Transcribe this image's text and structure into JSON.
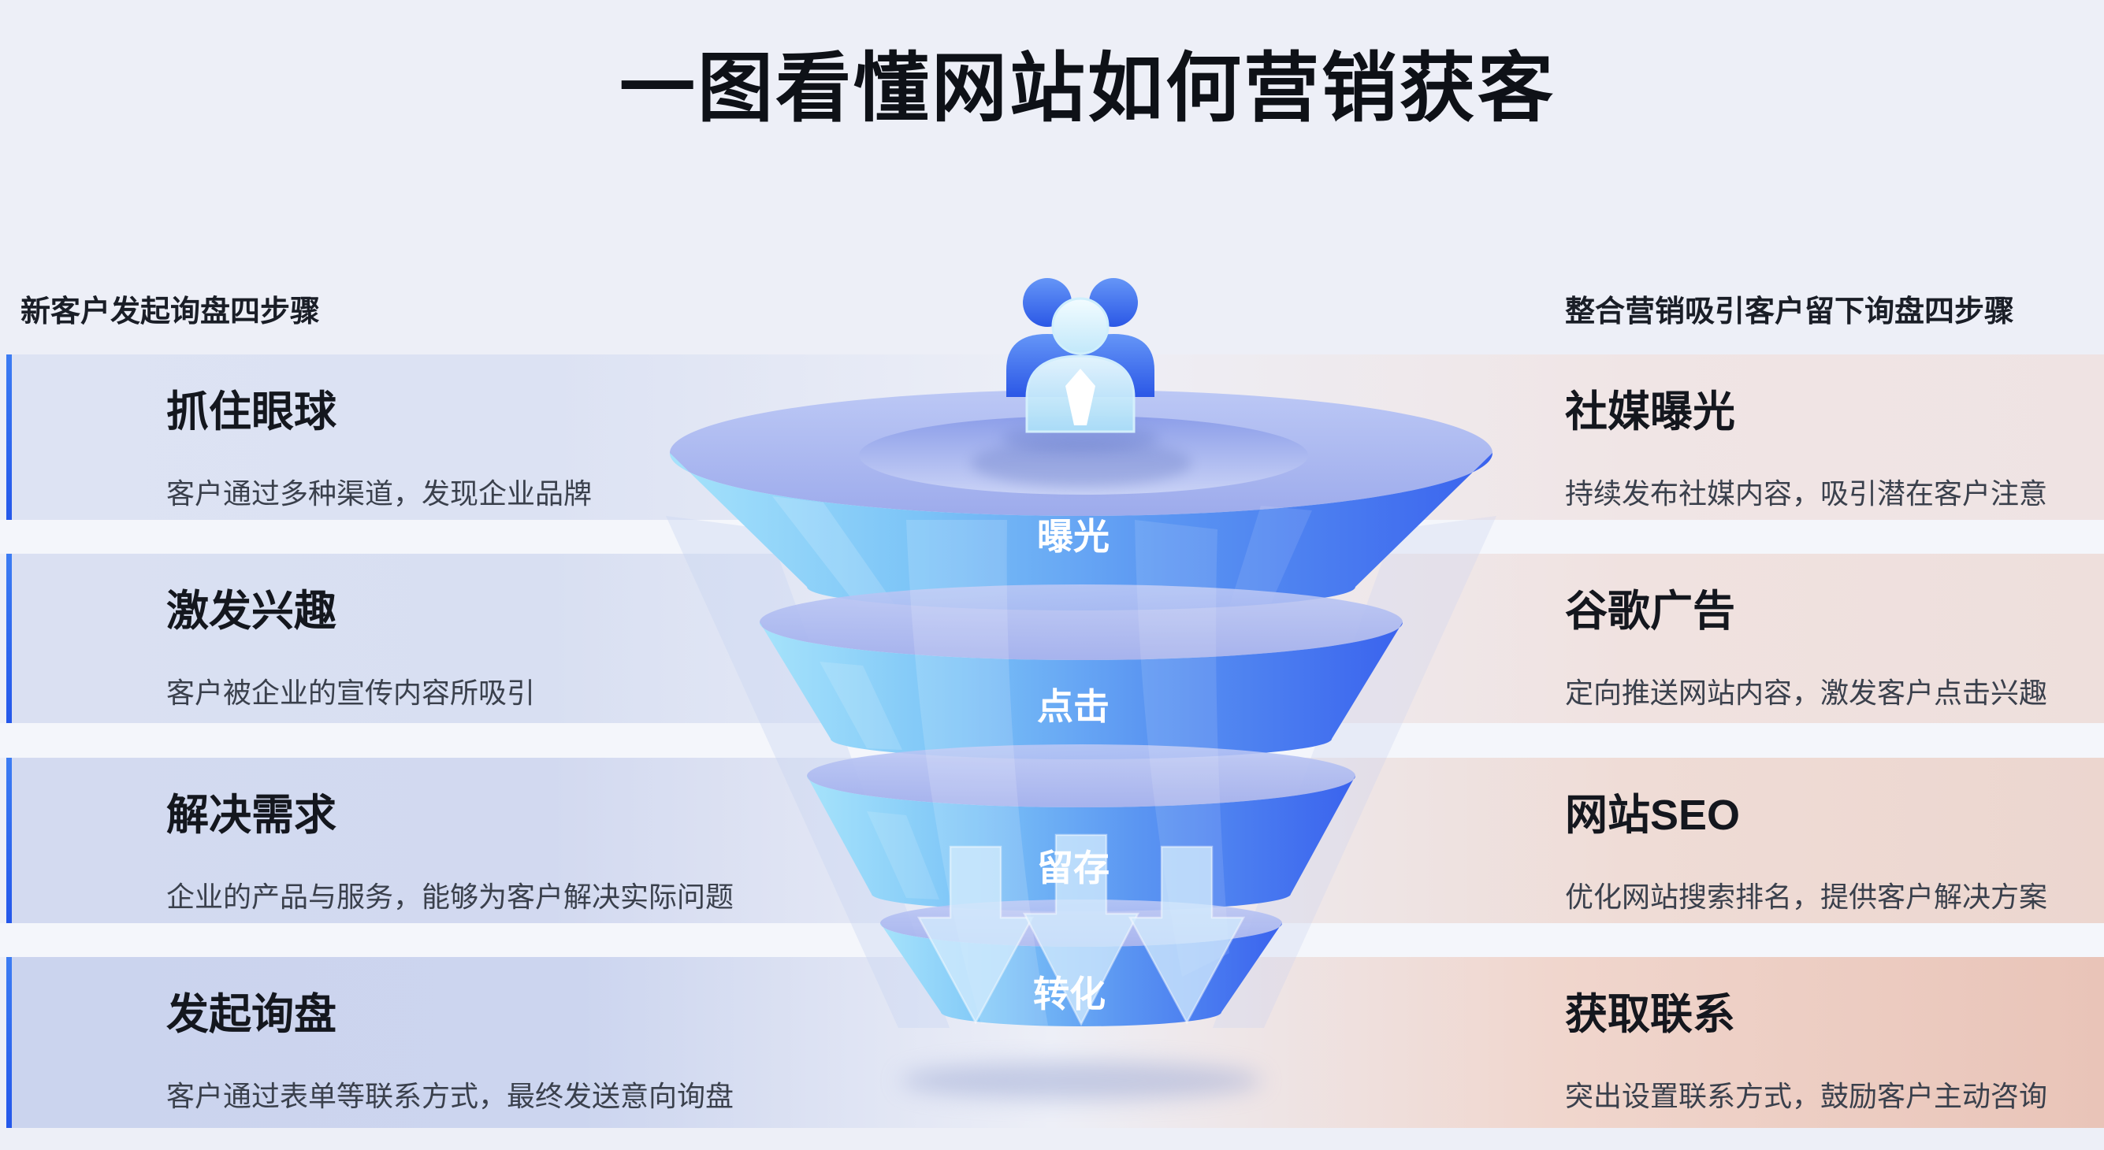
{
  "page": {
    "title": "一图看懂网站如何营销获客"
  },
  "left_panel": {
    "header": "新客户发起询盘四步骤",
    "steps": [
      {
        "title": "抓住眼球",
        "desc": "客户通过多种渠道，发现企业品牌"
      },
      {
        "title": "激发兴趣",
        "desc": "客户被企业的宣传内容所吸引"
      },
      {
        "title": "解决需求",
        "desc": "企业的产品与服务，能够为客户解决实际问题"
      },
      {
        "title": "发起询盘",
        "desc": "客户通过表单等联系方式，最终发送意向询盘"
      }
    ]
  },
  "right_panel": {
    "header": "整合营销吸引客户留下询盘四步骤",
    "steps": [
      {
        "title": "社媒曝光",
        "desc": "持续发布社媒内容，吸引潜在客户注意"
      },
      {
        "title": "谷歌广告",
        "desc": "定向推送网站内容，激发客户点击兴趣"
      },
      {
        "title": "网站SEO",
        "desc": "优化网站搜索排名，提供客户解决方案"
      },
      {
        "title": "获取联系",
        "desc": "突出设置联系方式，鼓励客户主动咨询"
      }
    ]
  },
  "funnel": {
    "icon": "users-icon",
    "levels": [
      {
        "label": "曝光"
      },
      {
        "label": "点击"
      },
      {
        "label": "留存"
      },
      {
        "label": "转化"
      }
    ]
  },
  "colors": {
    "page_background": "#edeff7",
    "gap_stripe": "#f4f6fb",
    "accent_blue_bar": "#2f6cf0",
    "left_band_tints": [
      "#dde3f3",
      "#dae0f2",
      "#d3daf0",
      "#cbd4ee"
    ],
    "right_band_tints": [
      "#efe3e3",
      "#eedfdc",
      "#ecd6cf",
      "#e9c4b8"
    ],
    "funnel_body_gradient": [
      "#a6e3fb",
      "#7cc4f7",
      "#5b96f2",
      "#3a63ee"
    ],
    "funnel_rim": "#a9b6ee",
    "icon_back_blue": "#2b57e6",
    "icon_front_cyan": "#c2e8fa",
    "title_text": "#0e1117",
    "step_title_text": "#14171e",
    "step_desc_text": "#3a404c"
  }
}
